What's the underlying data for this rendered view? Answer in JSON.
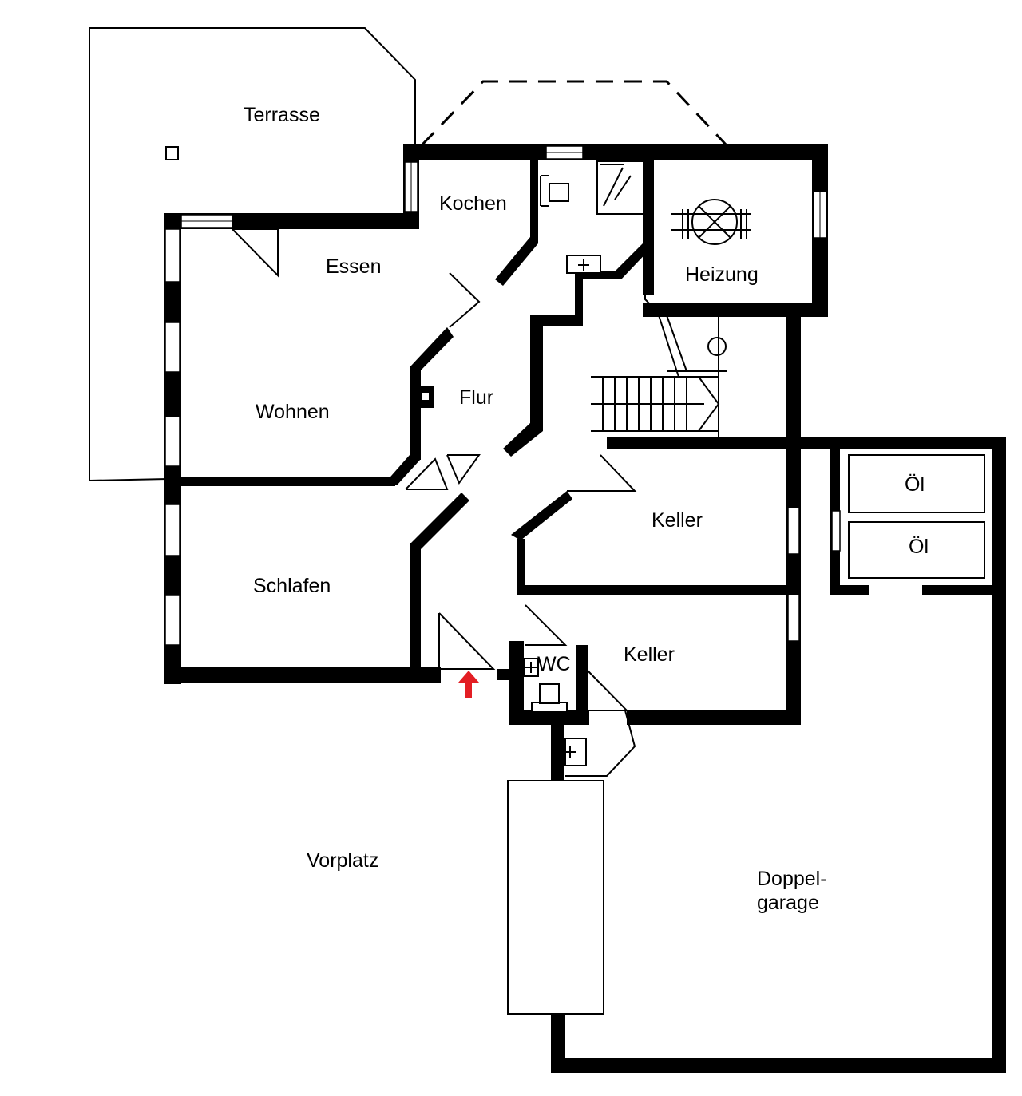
{
  "rooms": {
    "terrasse": "Terrasse",
    "kochen": "Kochen",
    "essen": "Essen",
    "heizung": "Heizung",
    "wohnen": "Wohnen",
    "flur": "Flur",
    "oel_1": "Öl",
    "oel_2": "Öl",
    "keller_1": "Keller",
    "schlafen": "Schlafen",
    "wc": "WC",
    "keller_2": "Keller",
    "vorplatz": "Vorplatz",
    "doppelgarage_line1": "Doppel-",
    "doppelgarage_line2": "garage"
  },
  "colors": {
    "wall": "#000000",
    "background": "#ffffff",
    "entrance_arrow": "#e31e24"
  },
  "icons": {
    "entrance": "entrance-arrow-icon",
    "heating": "boiler-icon"
  }
}
